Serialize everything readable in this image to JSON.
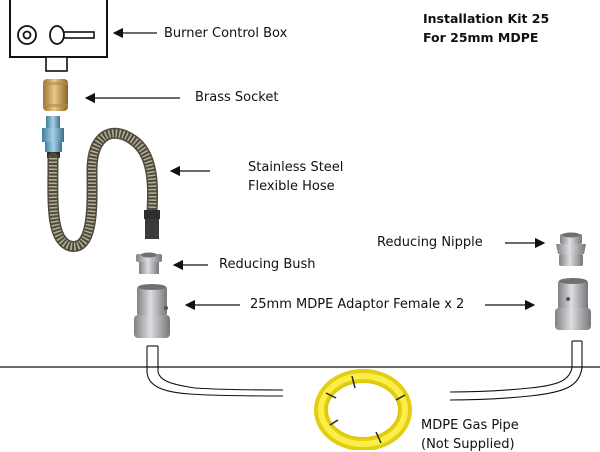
{
  "title": {
    "line1": "Installation Kit 25",
    "line2": "For 25mm MDPE"
  },
  "labels": {
    "burner_control_box": "Burner Control Box",
    "brass_socket": "Brass Socket",
    "hose_line1": "Stainless Steel",
    "hose_line2": "Flexible Hose",
    "reducing_nipple": "Reducing Nipple",
    "reducing_bush": "Reducing Bush",
    "adaptor": "25mm MDPE Adaptor Female x 2",
    "gas_pipe_line1": "MDPE Gas Pipe",
    "gas_pipe_line2": "(Not Supplied)"
  },
  "colors": {
    "brass": "#c9a15a",
    "steel": "#a9abad",
    "hose": "#7d7a6a",
    "pipe_yellow": "#f2e01a",
    "fitting_blue": "#6fa9c8"
  }
}
